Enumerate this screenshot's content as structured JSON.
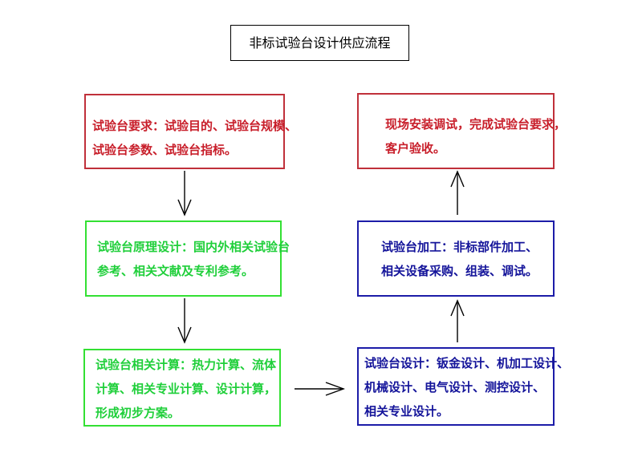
{
  "title": "非标试验台设计供应流程",
  "colors": {
    "red": "#c81e2a",
    "green": "#1fcf3a",
    "blue": "#14149a",
    "arrow": "#000000"
  },
  "boxes": {
    "requirements": {
      "lines": [
        "试验台要求：试验目的、试验台规模、",
        "试验台参数、试验台指标。"
      ]
    },
    "principle": {
      "lines": [
        "试验台原理设计：国内外相关试验台",
        "参考、相关文献及专利参考。"
      ]
    },
    "calculation": {
      "lines": [
        "试验台相关计算：热力计算、流体",
        "计算、相关专业计算、设计计算，",
        "形成初步方案。"
      ]
    },
    "design": {
      "lines": [
        "试验台设计：钣金设计、机加工设计、",
        "机械设计、电气设计、测控设计、",
        "相关专业设计。"
      ]
    },
    "processing": {
      "lines": [
        "试验台加工：非标部件加工、",
        "相关设备采购、组装、调试。"
      ]
    },
    "installation": {
      "lines": [
        "现场安装调试，完成试验台要求，",
        "客户验收。"
      ]
    }
  }
}
